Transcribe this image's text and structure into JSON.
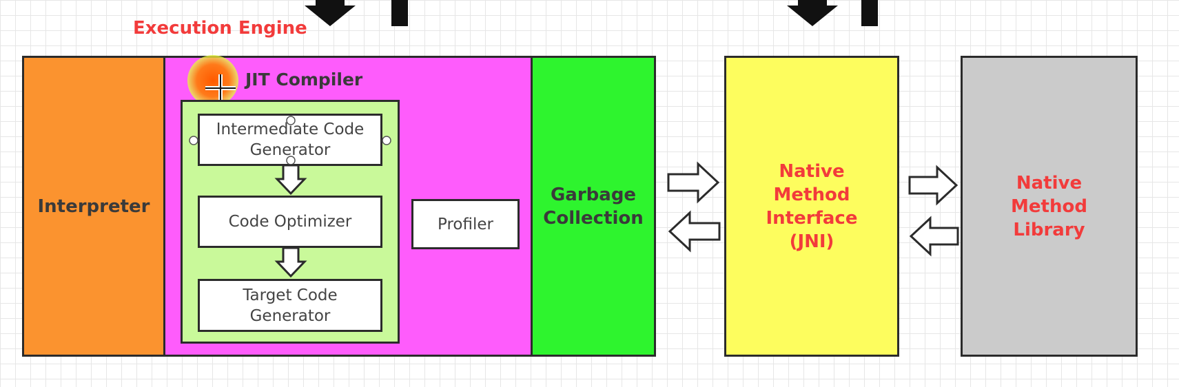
{
  "title": "Execution Engine",
  "interpreter": "Interpreter",
  "jit": {
    "label": "JIT Compiler",
    "steps": [
      "Intermediate Code Generator",
      "Code Optimizer",
      "Target Code Generator"
    ],
    "profiler": "Profiler"
  },
  "gc": "Garbage Collection",
  "jni": "Native Method Interface (JNI)",
  "library": "Native Method Library",
  "colors": {
    "interpreter": "#fb932f",
    "jit": "#fe5cfc",
    "jit_inner": "#c9f99a",
    "gc": "#2ef42e",
    "jni": "#fdfd5e",
    "library": "#cbcbcb",
    "title": "#f23b3b"
  }
}
